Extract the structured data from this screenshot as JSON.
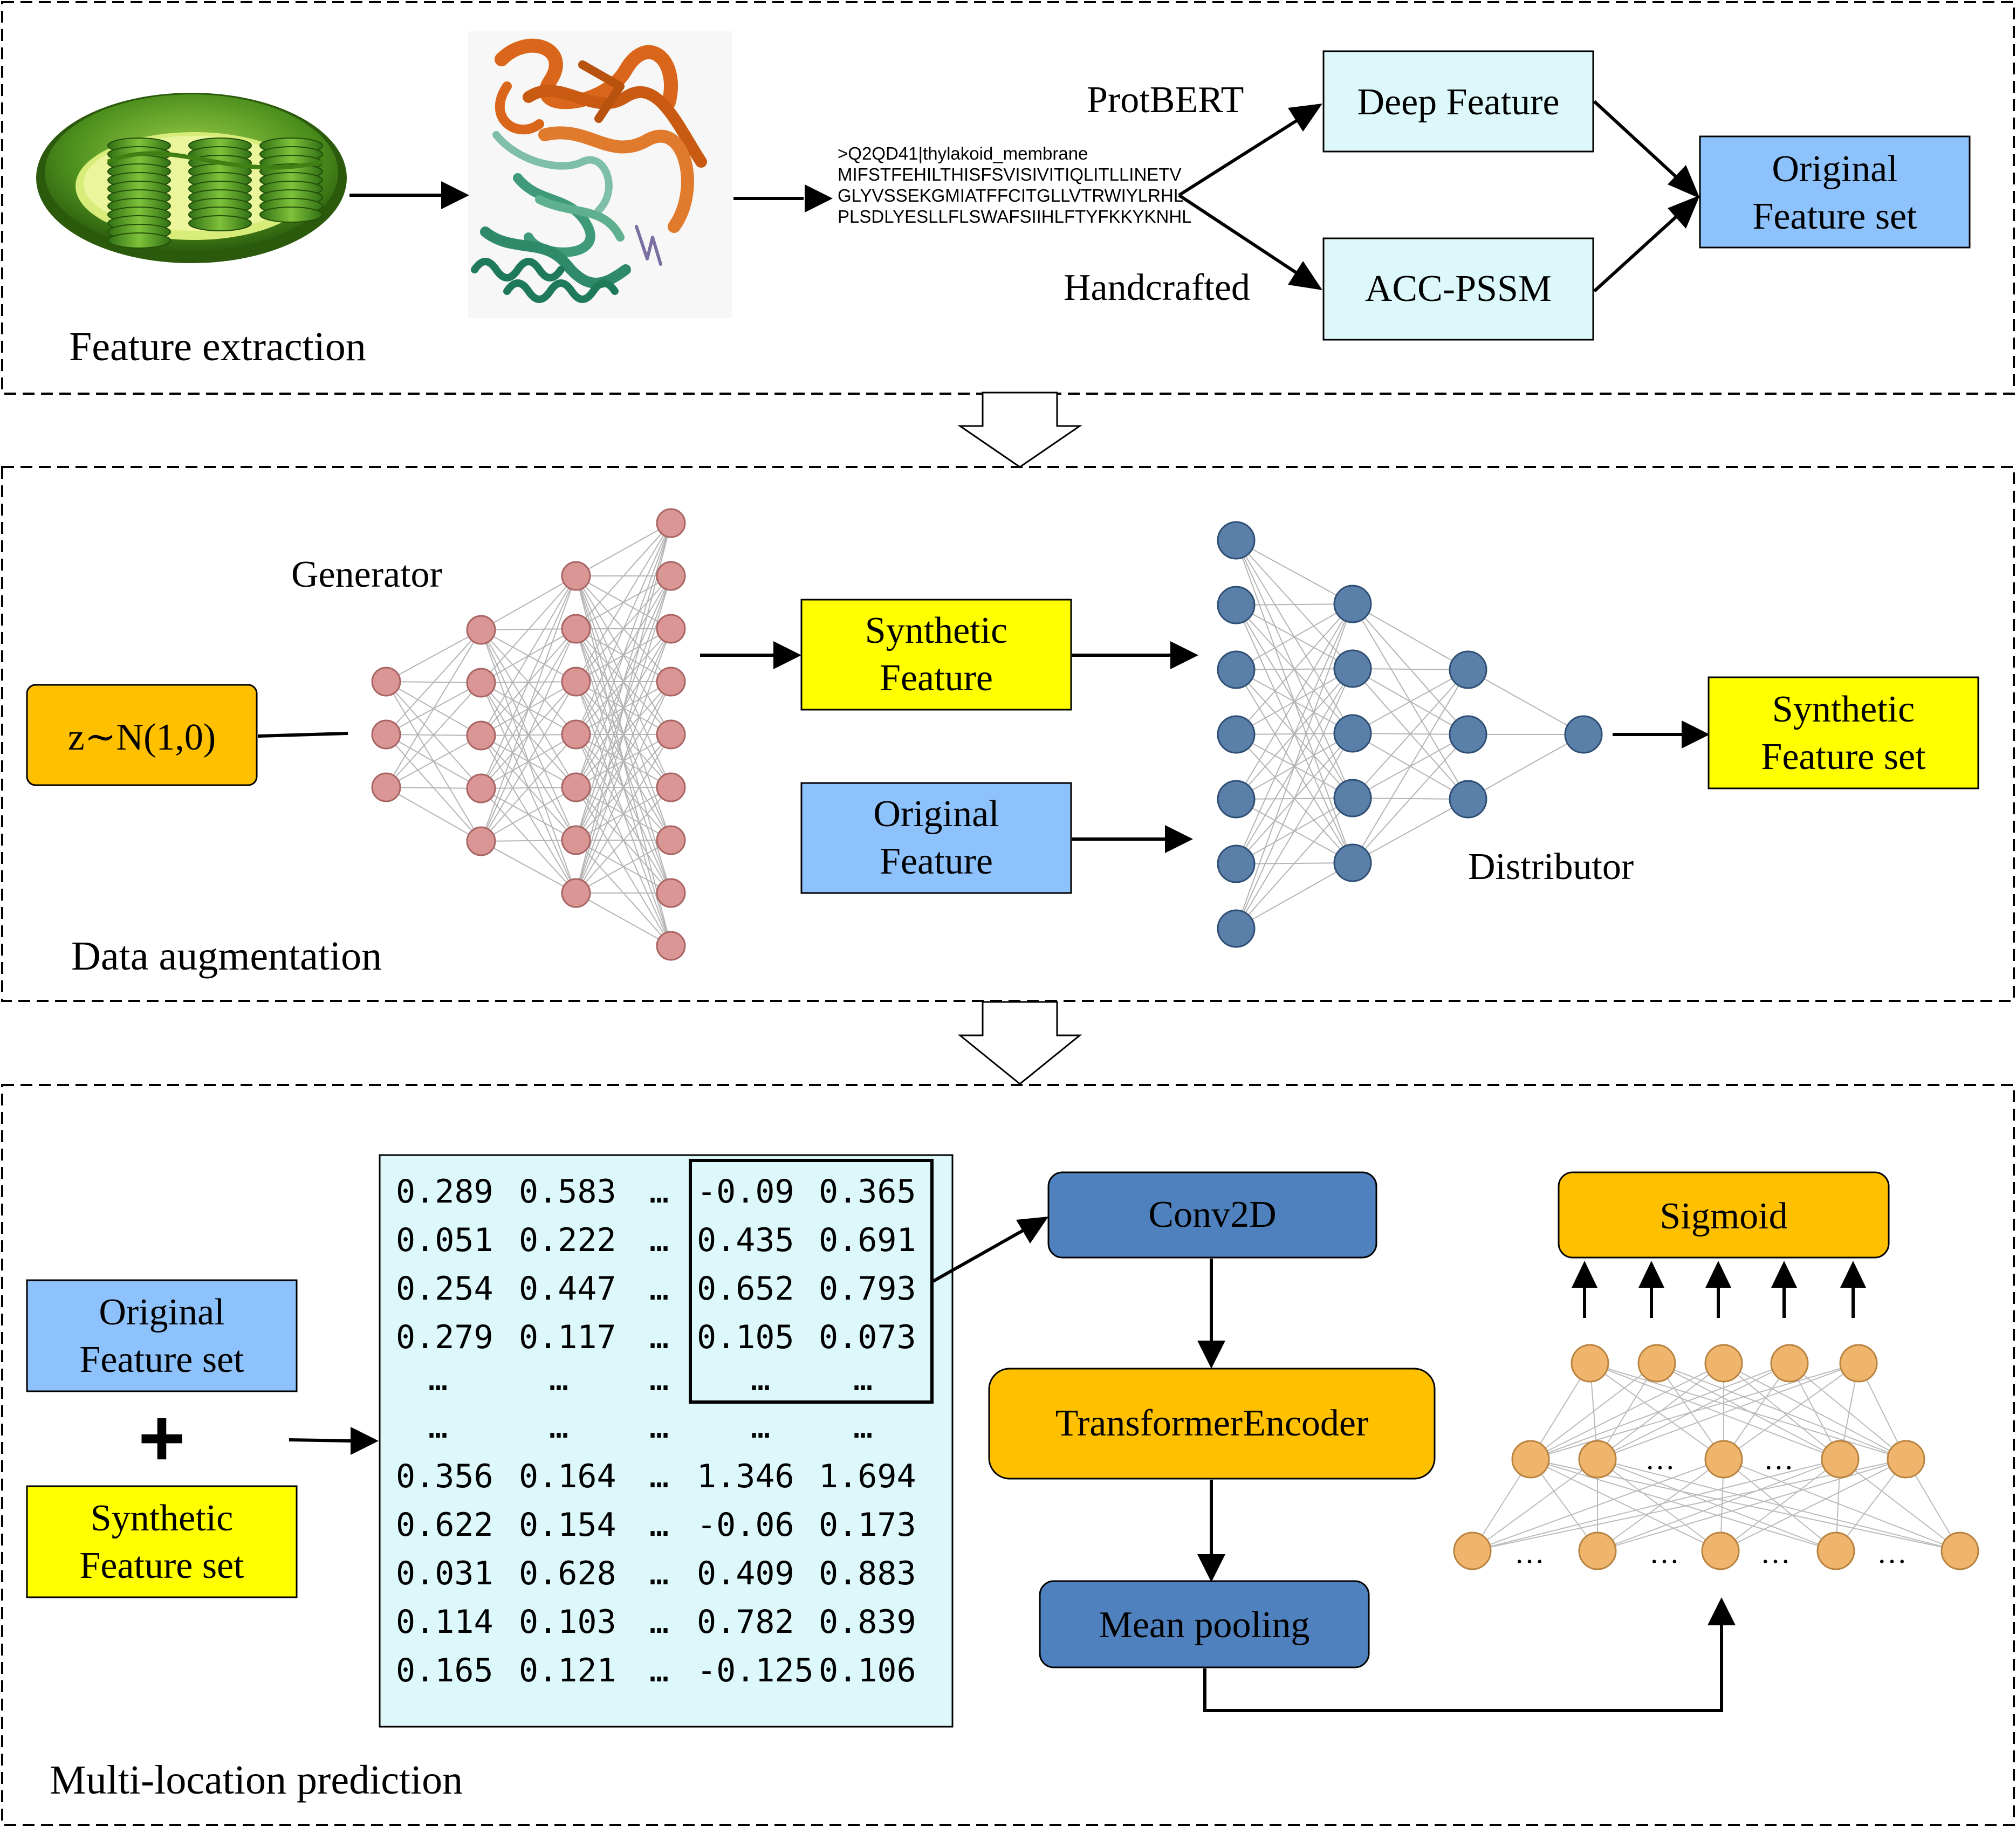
{
  "panels": {
    "feature_extraction": "Feature extraction",
    "data_augmentation": "Data augmentation",
    "multi_location": "Multi-location prediction"
  },
  "feature_extraction": {
    "sequence_lines": [
      ">Q2QD41|thylakoid_membrane",
      "MIFSTFEHILTHISFSVISIVITIQLITLLINETV",
      "GLYVSSEKGMIATFFCITGLLVTRWIYLRHL",
      "PLSDLYESLLFLSWAFSIIHLFTYFKKYKNHL"
    ],
    "protbert_label": "ProtBERT",
    "handcrafted_label": "Handcrafted",
    "deep_feature_label": "Deep Feature",
    "acc_pssm_label": "ACC-PSSM",
    "original_feature_set": [
      "Original",
      "Feature set"
    ]
  },
  "data_augmentation": {
    "noise_label": "z∼N(1,0)",
    "generator_label": "Generator",
    "synthetic_feature": [
      "Synthetic",
      "Feature"
    ],
    "original_feature": [
      "Original",
      "Feature"
    ],
    "distributor_label": "Distributor",
    "synthetic_feature_set": [
      "Synthetic",
      "Feature set"
    ]
  },
  "multi_location": {
    "original_feature_set": [
      "Original",
      "Feature set"
    ],
    "plus_sign": "+",
    "synthetic_feature_set": [
      "Synthetic",
      "Feature set"
    ],
    "matrix": {
      "col1": [
        "0.289",
        "0.051",
        "0.254",
        "0.279",
        "…",
        "…",
        "0.356",
        "0.622",
        "0.031",
        "0.114",
        "0.165"
      ],
      "col2": [
        "0.583",
        "0.222",
        "0.447",
        "0.117",
        "…",
        "…",
        "0.164",
        "0.154",
        "0.628",
        "0.103",
        "0.121"
      ],
      "col3": [
        "…",
        "…",
        "…",
        "…",
        "…",
        "…",
        "…",
        "…",
        "…",
        "…",
        "…"
      ],
      "col4": [
        "-0.09",
        "0.435",
        "0.652",
        "0.105",
        "…",
        "…",
        "1.346",
        "-0.06",
        "0.409",
        "0.782",
        "-0.125"
      ],
      "col5": [
        "0.365",
        "0.691",
        "0.793",
        "0.073",
        "…",
        "…",
        "1.694",
        "0.173",
        "0.883",
        "0.839",
        "0.106"
      ]
    },
    "conv2d": "Conv2D",
    "transformer": "TransformerEncoder",
    "mean_pooling": "Mean pooling",
    "sigmoid": "Sigmoid",
    "ellipsis": "…"
  },
  "colors": {
    "light_cyan": "#ddf8fb",
    "blue_box": "#8ec2fc",
    "yellow_box": "#ffff00",
    "orange_box": "#ffc000",
    "dark_blue_box": "#4e81bd",
    "generator_node": "#d99694",
    "distributor_node": "#5a7fa8",
    "mlp_node": "#f0b56c"
  },
  "icons": [
    "chloroplast-illustration",
    "protein-structure-illustration"
  ]
}
